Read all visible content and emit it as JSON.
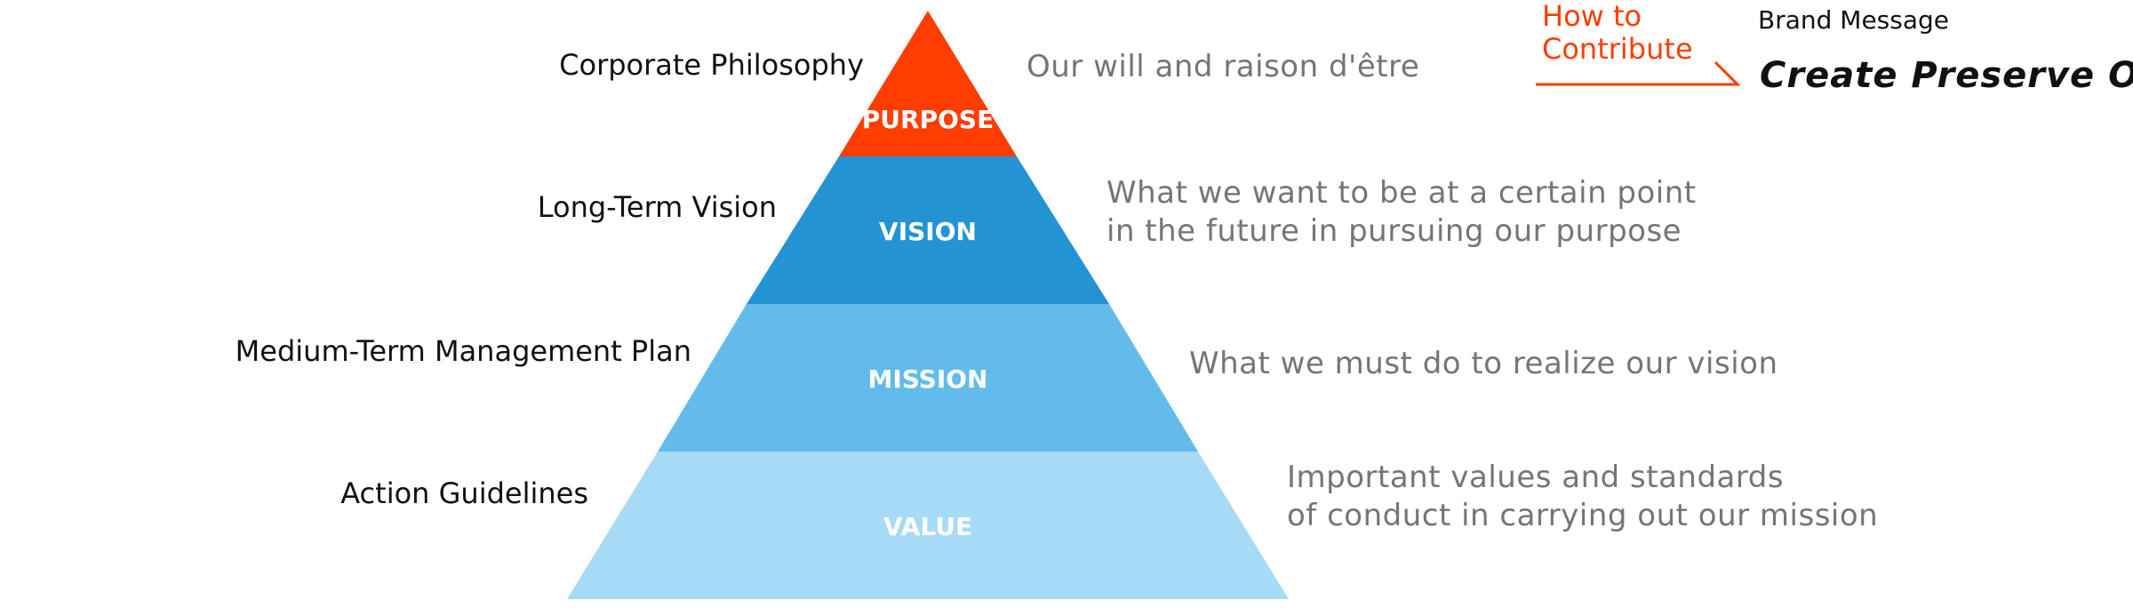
{
  "colors": {
    "purpose": "#ff3d00",
    "vision": "#2393d4",
    "mission": "#62bbea",
    "value": "#a6daf5",
    "accent": "#ff3d00"
  },
  "tiers": [
    {
      "key": "purpose",
      "label": "PURPOSE",
      "left_label": "Corporate Philosophy",
      "description": [
        "Our will and raison d'être"
      ]
    },
    {
      "key": "vision",
      "label": "VISION",
      "left_label": "Long-Term Vision",
      "description": [
        "What we want to be at a certain point",
        "in the future in pursuing our purpose"
      ]
    },
    {
      "key": "mission",
      "label": "MISSION",
      "left_label": "Medium-Term Management Plan",
      "description": [
        "What we must do to realize our vision"
      ]
    },
    {
      "key": "value",
      "label": "VALUE",
      "left_label": "Action Guidelines",
      "description": [
        "Important values and standards",
        "of conduct in carrying out our mission"
      ]
    }
  ],
  "contribute": {
    "line1": "How to",
    "line2": "Contribute"
  },
  "brand": {
    "label": "Brand Message",
    "message": "Create  Preserve  Open"
  }
}
